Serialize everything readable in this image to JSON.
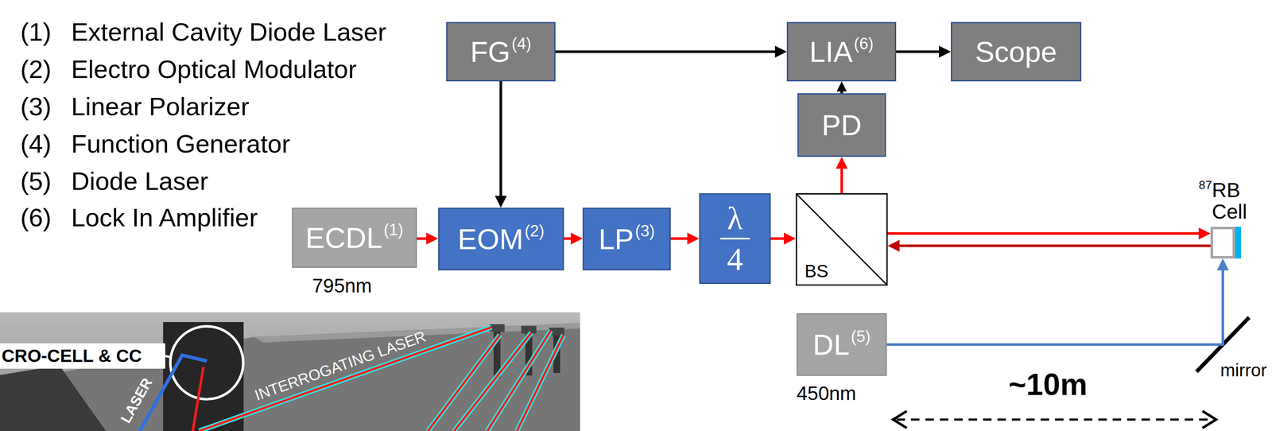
{
  "diagram": {
    "nodes": [
      {
        "text": [
          "FG",
          "(4)"
        ]
      },
      {
        "text": [
          "LIA",
          "(6)"
        ]
      },
      {
        "text": [
          "Scope"
        ]
      },
      {
        "text": [
          "PD"
        ]
      },
      {
        "text": [
          "ECDL",
          "(1)"
        ]
      },
      {
        "text": [
          "EOM",
          "(2)"
        ]
      },
      {
        "text": [
          "LP",
          "(3)"
        ]
      },
      {
        "text": [
          "λ",
          "4"
        ]
      },
      {
        "text": [
          "BS"
        ]
      },
      {
        "text": [
          "87",
          "RB Cell"
        ]
      },
      {
        "text": [
          "DL",
          "(5)"
        ]
      }
    ],
    "edges": [
      {
        "from": 0,
        "to": 1,
        "arrow": "to"
      },
      {
        "from": 0,
        "to": 5,
        "arrow": "to"
      },
      {
        "from": 1,
        "to": 2,
        "arrow": "to"
      },
      {
        "from": 3,
        "to": 1,
        "arrow": "to"
      },
      {
        "from": 4,
        "to": 5,
        "arrow": "to"
      },
      {
        "from": 5,
        "to": 6,
        "arrow": "to"
      },
      {
        "from": 6,
        "to": 7,
        "arrow": "to"
      },
      {
        "from": 7,
        "to": 8,
        "arrow": "to"
      },
      {
        "from": 8,
        "to": 3,
        "arrow": "to"
      },
      {
        "from": 8,
        "to": 9,
        "arrow": "to"
      },
      {
        "from": 9,
        "to": 8,
        "arrow": "to"
      },
      {
        "from": 10,
        "to": 9,
        "arrow": "to"
      }
    ],
    "labels": [
      "(1)",
      "External Cavity Diode Laser",
      "(2)",
      "Electro Optical Modulator",
      "(3)",
      "Linear Polarizer",
      "(4)",
      "Function Generator",
      "(5)",
      "Diode Laser",
      "(6)",
      "Lock In Amplifier",
      "795nm",
      "450nm",
      "mirror",
      "~10m",
      "CRO-CELL & CC",
      "LASER",
      "INTERROGATING LASER"
    ]
  }
}
